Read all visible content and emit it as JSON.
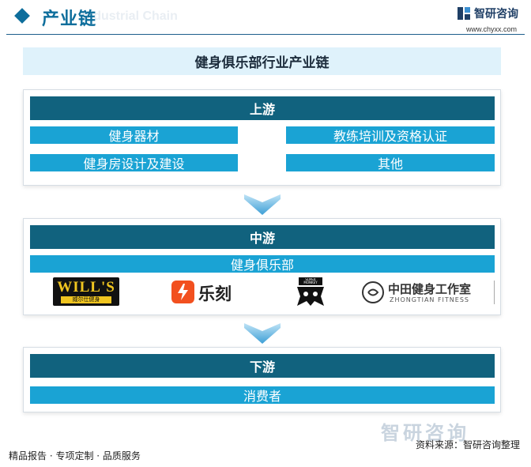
{
  "header": {
    "title": "产业链",
    "watermark": "Industrial Chain",
    "brand_name": "智研咨询",
    "brand_url": "www.chyxx.com"
  },
  "main_title": "健身俱乐部行业产业链",
  "upstream": {
    "label": "上游",
    "items": [
      "健身器材",
      "教练培训及资格认证",
      "健身房设计及建设",
      "其他"
    ]
  },
  "midstream": {
    "label": "中游",
    "item": "健身俱乐部",
    "logos": [
      {
        "name": "WILL'S",
        "sub": "威尔仕健身"
      },
      {
        "name": "乐刻"
      },
      {
        "name": "SUPER MONKEY"
      },
      {
        "name": "中田健身工作室",
        "sub": "ZHONGTIAN FITNESS"
      }
    ]
  },
  "downstream": {
    "label": "下游",
    "item": "消费者"
  },
  "footer": {
    "left": "精品报告 · 专项定制 · 品质服务",
    "source": "资料来源：智研咨询整理",
    "watermark": "智研咨询"
  },
  "colors": {
    "brand": "#0e6e9c",
    "bar": "#11627e",
    "cell": "#1aa3d4",
    "title_bg": "#dff2fb"
  }
}
